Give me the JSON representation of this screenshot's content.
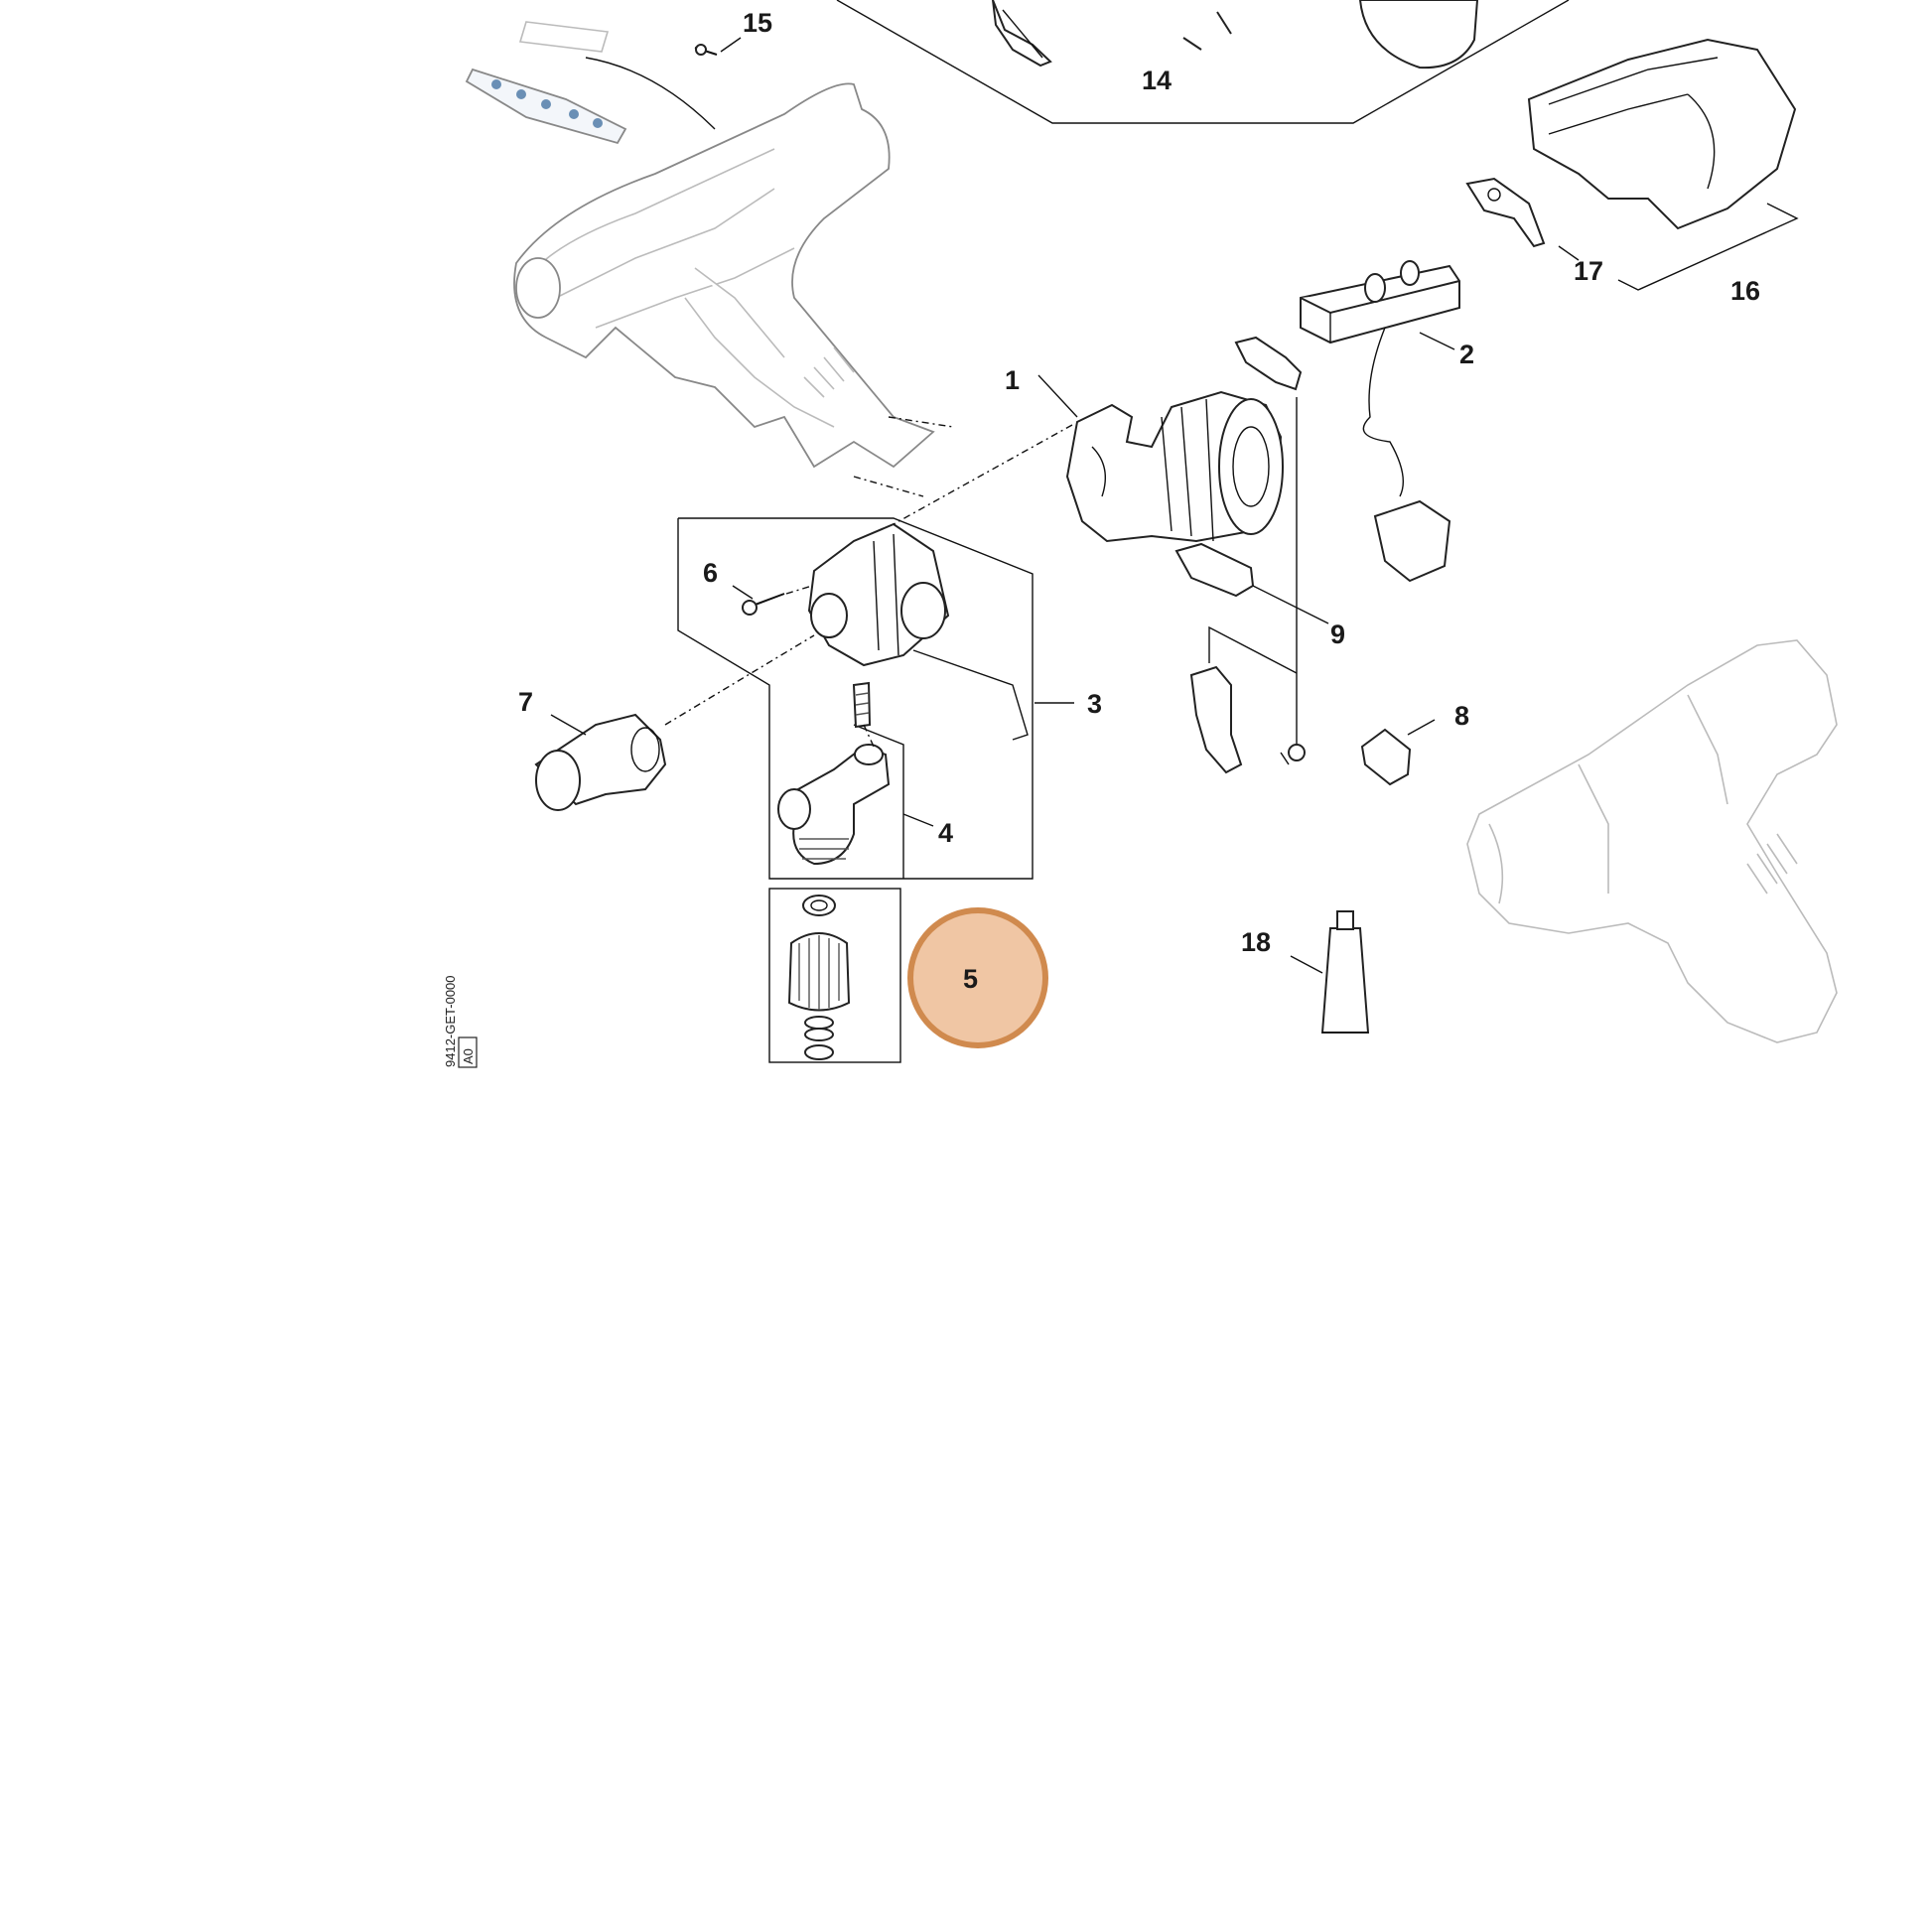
{
  "diagram": {
    "callouts": [
      "1",
      "2",
      "3",
      "4",
      "5",
      "6",
      "7",
      "8",
      "9",
      "14",
      "15",
      "16",
      "17",
      "18"
    ],
    "highlighted_callout": "5",
    "highlight_color": "#f0c6a4",
    "highlight_ring_color": "#d08a4e",
    "drawing_number": "9412-GET-0000",
    "drawing_tag": "A0"
  }
}
